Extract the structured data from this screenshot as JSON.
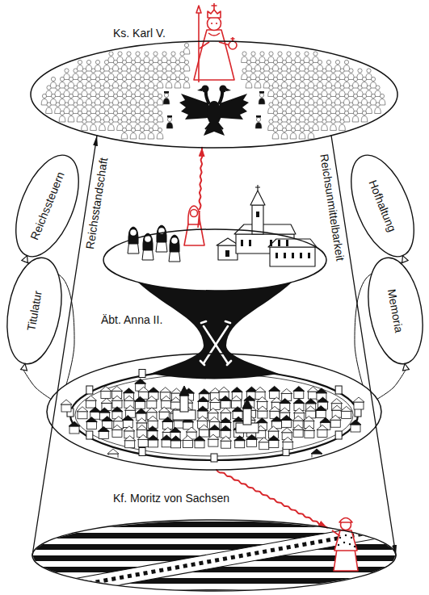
{
  "diagram": {
    "nodes": [
      {
        "text": [
          "Ks. Karl V."
        ]
      },
      {
        "text": [
          "Reichssteuern"
        ]
      },
      {
        "text": [
          "Hofhaltung"
        ]
      },
      {
        "text": [
          "Titulatur"
        ]
      },
      {
        "text": [
          "Memoria"
        ]
      },
      {
        "text": [
          "Äbt. Anna II."
        ]
      },
      {
        "text": [
          "Kf. Moritz von Sachsen"
        ]
      }
    ],
    "edges": [
      {
        "from": 6,
        "to": 0,
        "label": "Reichsstandschaft",
        "arrow": "to"
      },
      {
        "from": 0,
        "to": 6,
        "label": "Reichsunmittelbarkeit",
        "arrow": "to"
      },
      {
        "from": 5,
        "to": 0,
        "arrow": "to"
      },
      {
        "from": 5,
        "to": 6,
        "arrow": "to"
      },
      {
        "from": 1,
        "to": 5,
        "arrow": "none"
      },
      {
        "from": 3,
        "to": 5,
        "arrow": "none"
      },
      {
        "from": 2,
        "to": 5,
        "arrow": "none"
      },
      {
        "from": 4,
        "to": 5,
        "arrow": "none"
      }
    ]
  }
}
